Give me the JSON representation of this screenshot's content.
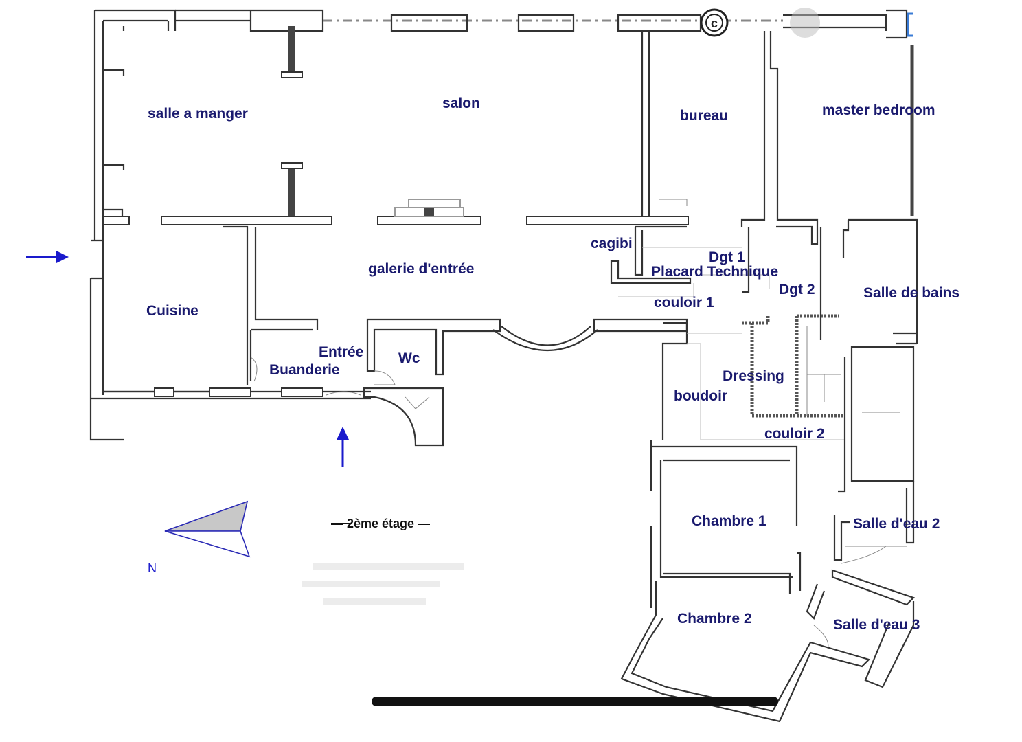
{
  "rooms": {
    "salle_a_manger": "salle a manger",
    "salon": "salon",
    "bureau": "bureau",
    "master_bedroom": "master bedroom",
    "cagibi": "cagibi",
    "dgt1": "Dgt 1",
    "placard_technique": "Placard Technique",
    "galerie": "galerie d'entrée",
    "dgt2": "Dgt 2",
    "salle_de_bains": "Salle de bains",
    "couloir1": "couloir 1",
    "cuisine": "Cuisine",
    "entree": "Entrée",
    "wc": "Wc",
    "buanderie": "Buanderie",
    "dressing": "Dressing",
    "boudoir": "boudoir",
    "couloir2": "couloir 2",
    "chambre1": "Chambre 1",
    "salle_deau2": "Salle d'eau 2",
    "chambre2": "Chambre 2",
    "salle_deau3": "Salle d'eau 3"
  },
  "floor_label": "— 2ème étage —",
  "north_label": "N",
  "colors": {
    "label": "#1a1a6e",
    "arrow": "#1a1acc",
    "wall": "#333333"
  },
  "icons": [
    "copyright-icon",
    "entry-arrow-icon",
    "compass-icon",
    "home-indicator"
  ]
}
